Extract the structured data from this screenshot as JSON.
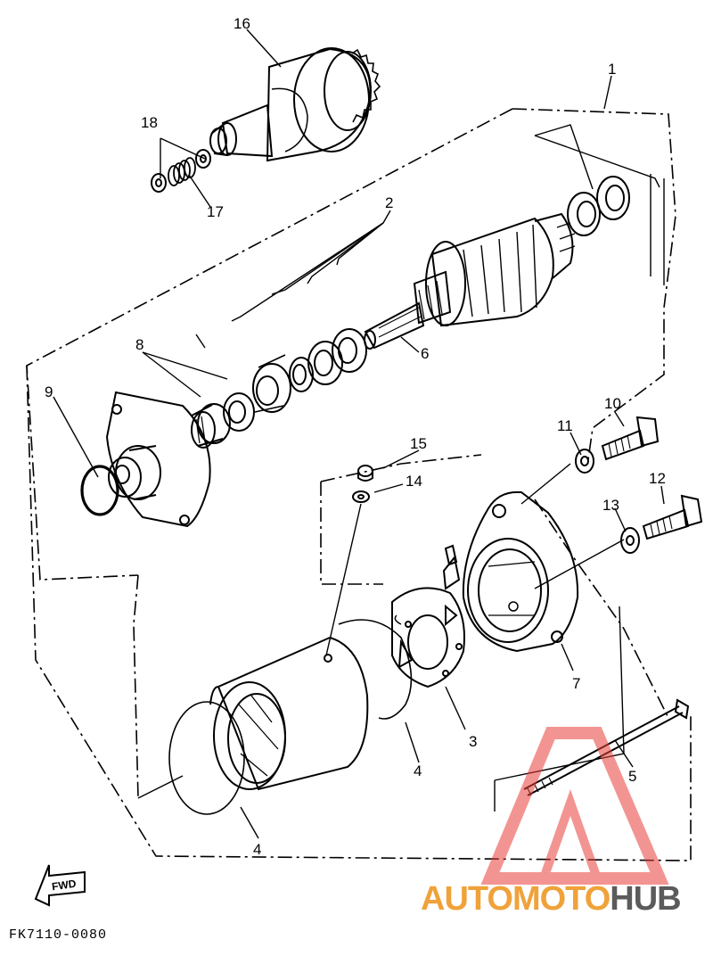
{
  "callouts": {
    "c1": "1",
    "c2": "2",
    "c3": "3",
    "c4a": "4",
    "c4b": "4",
    "c5": "5",
    "c6": "6",
    "c7": "7",
    "c8": "8",
    "c9": "9",
    "c10": "10",
    "c11": "11",
    "c12": "12",
    "c13": "13",
    "c14": "14",
    "c15": "15",
    "c16": "16",
    "c17": "17",
    "c18": "18"
  },
  "fwd_label": "FWD",
  "figure_code": "FK7110-0080",
  "watermark": {
    "brand_part1": "AUTOMOTO",
    "brand_part2": "HUB",
    "colors": {
      "triangle": "#e8403a",
      "brand_part1": "#f0a23a",
      "brand_part2": "#5b5b5b"
    }
  }
}
